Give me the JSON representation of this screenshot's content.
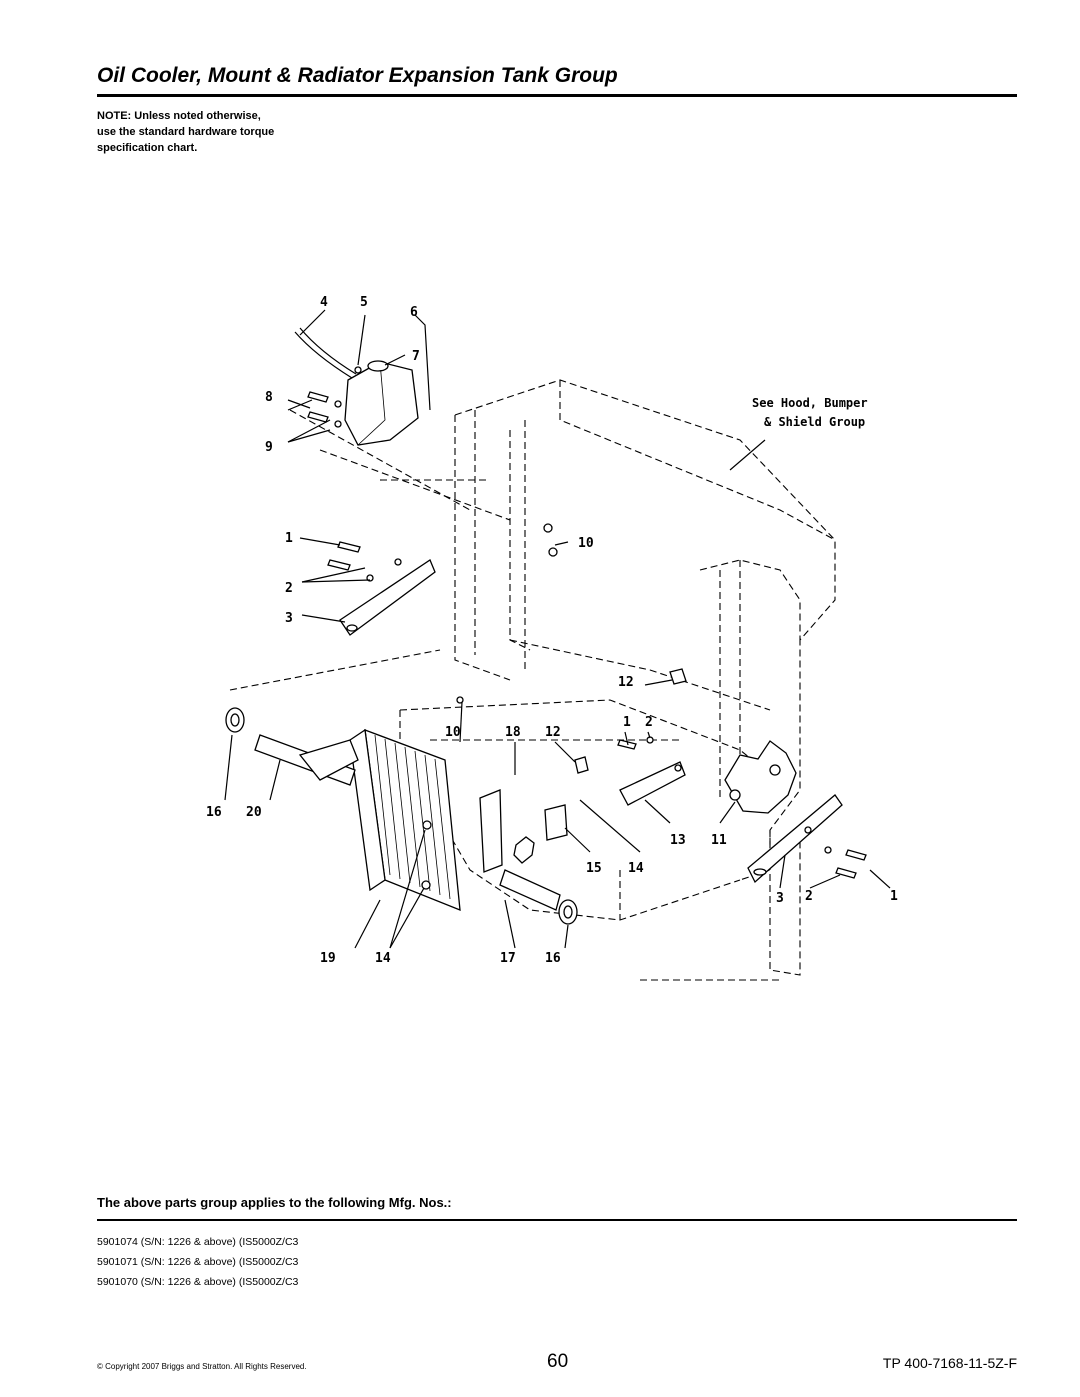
{
  "header": {
    "title": "Oil Cooler, Mount & Radiator Expansion Tank Group"
  },
  "note": {
    "lines": [
      "NOTE: Unless noted otherwise,",
      "use the standard hardware torque",
      "specification chart."
    ]
  },
  "diagram": {
    "callouts": {
      "c4": "4",
      "c5": "5",
      "c6": "6",
      "c7": "7",
      "c8": "8",
      "c9": "9",
      "c1a": "1",
      "c10a": "10",
      "c2a": "2",
      "c3a": "3",
      "c12a": "12",
      "c10b": "10",
      "c18": "18",
      "c12b": "12",
      "c1b": "1",
      "c2b": "2",
      "c16a": "16",
      "c20": "20",
      "c13": "13",
      "c11": "11",
      "c15": "15",
      "c14a": "14",
      "c3b": "3",
      "c2c": "2",
      "c1c": "1",
      "c19": "19",
      "c14b": "14",
      "c17": "17",
      "c16b": "16"
    },
    "reference_label": [
      "See Hood, Bumper",
      "& Shield Group"
    ]
  },
  "applies": {
    "heading": "The above parts group applies to the following Mfg. Nos.:",
    "items": [
      "5901074 (S/N: 1226 & above) (IS5000Z/C3",
      "5901071 (S/N: 1226 & above) (IS5000Z/C3",
      "5901070 (S/N: 1226 & above) (IS5000Z/C3"
    ]
  },
  "footer": {
    "copyright": "© Copyright 2007 Briggs and Stratton. All Rights Reserved.",
    "page_number": "60",
    "doc_id": "TP 400-7168-11-5Z-F"
  }
}
